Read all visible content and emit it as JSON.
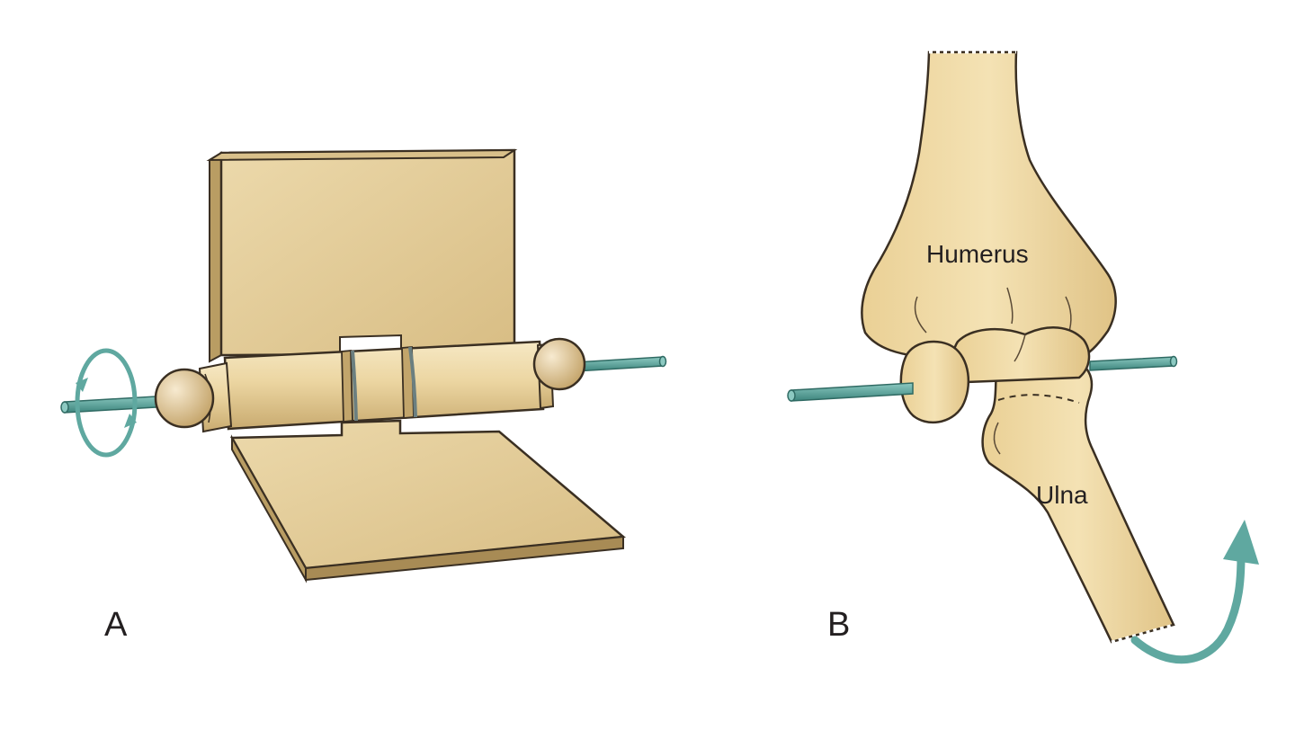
{
  "panels": [
    {
      "letter": "A"
    },
    {
      "letter": "B"
    }
  ],
  "labels": {
    "humerus": "Humerus",
    "ulna": "Ulna"
  },
  "colors": {
    "plate": "#e6cf9c",
    "plate_dark": "#c9ae74",
    "plate_edge": "#a88b55",
    "bone": "#f0dba6",
    "bone_shadow": "#d9bf86",
    "outline": "#3a2f22",
    "axis": "#5fa8a0",
    "axis_dark": "#3d857d"
  },
  "icons": {
    "rotation": "circular-rotation-arrow-icon",
    "flexion": "curved-flexion-arrow-icon"
  }
}
